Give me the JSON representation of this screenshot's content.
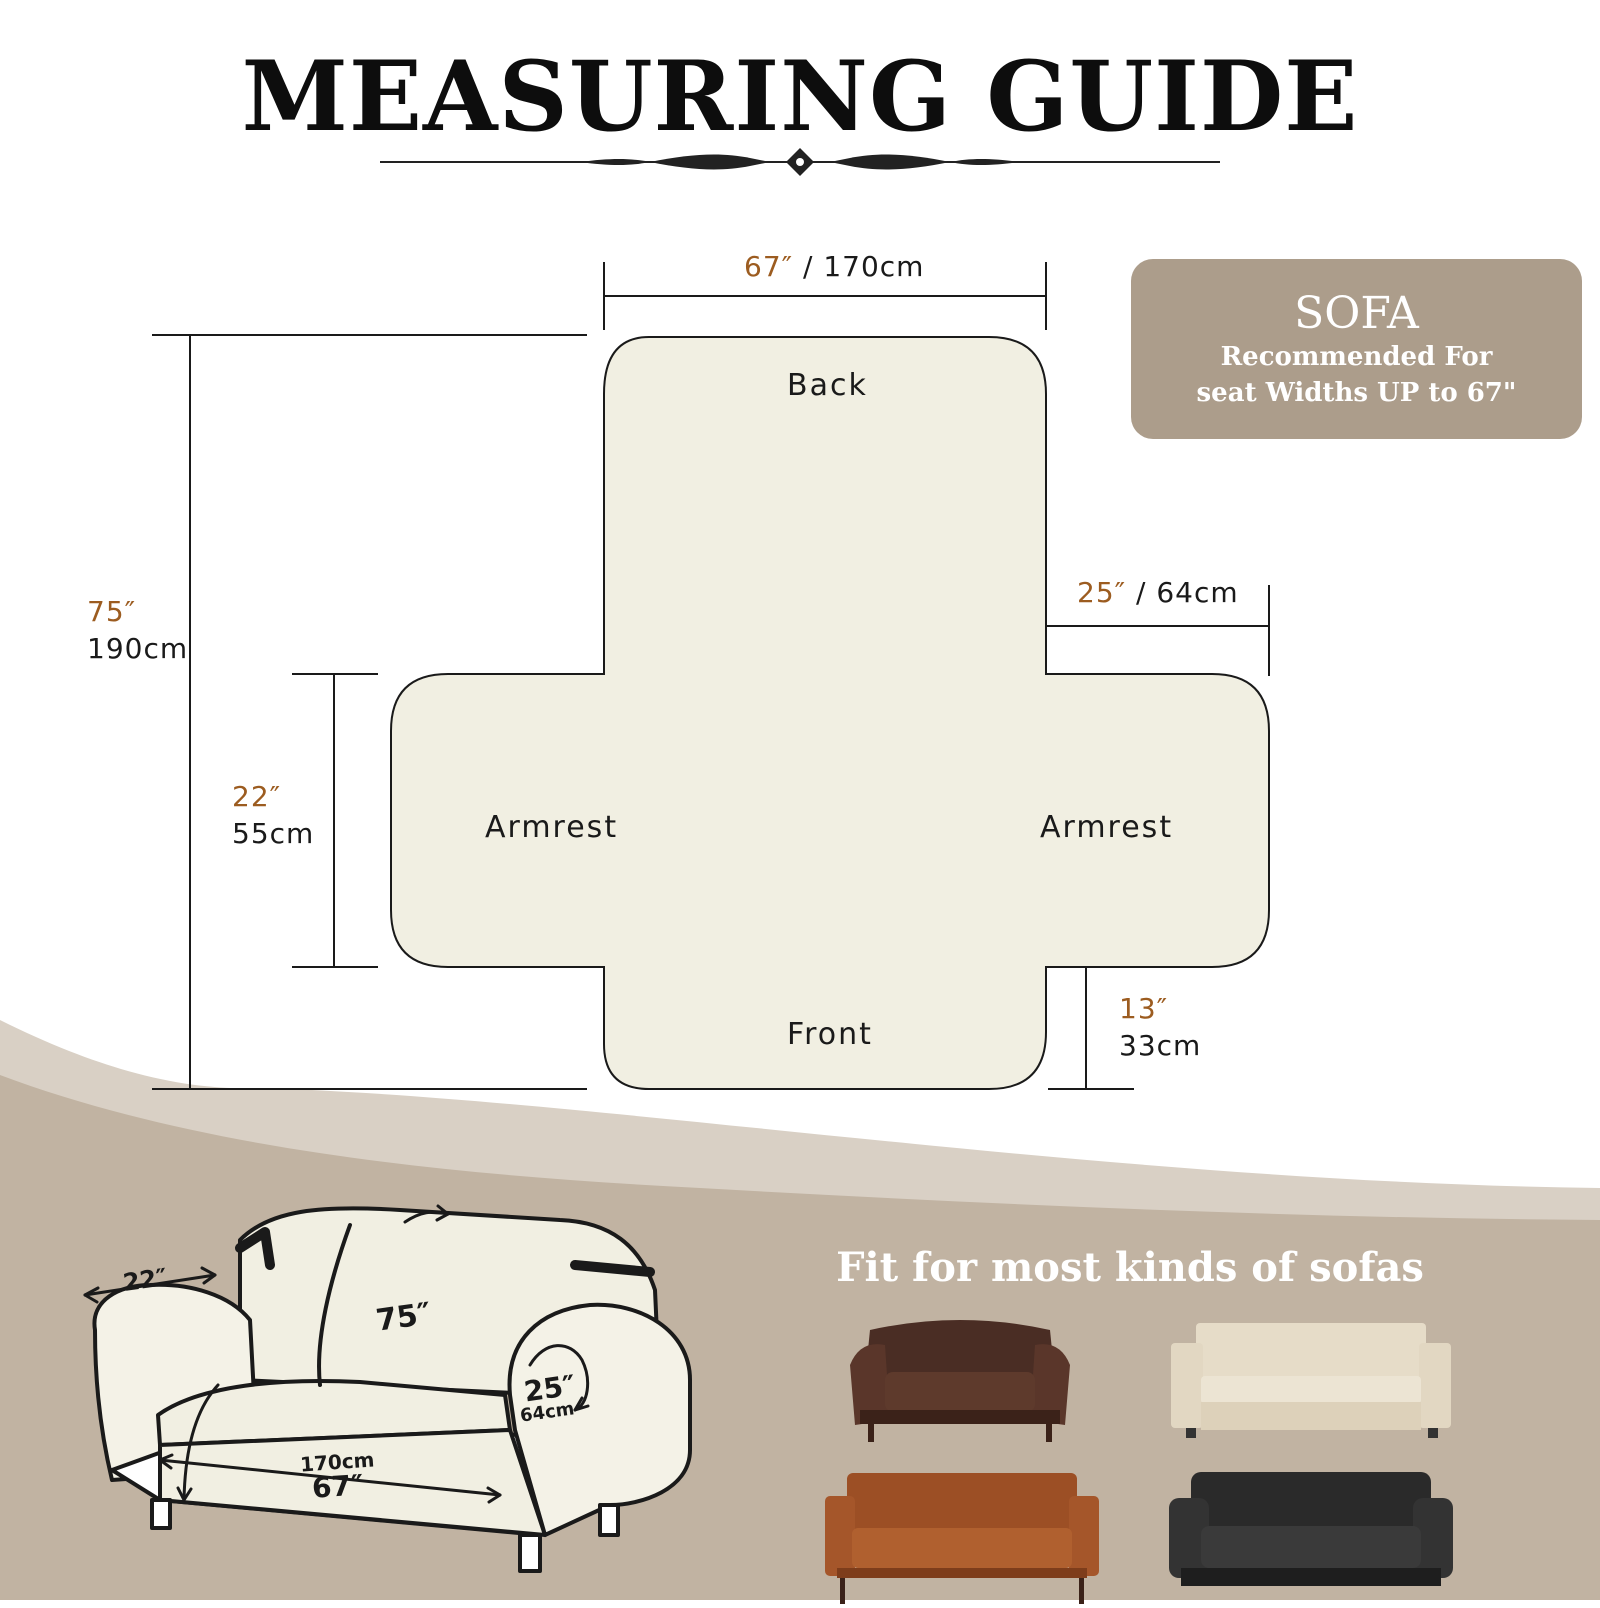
{
  "title": "MEASURING GUIDE",
  "badge": {
    "heading": "SOFA",
    "line1": "Recommended For",
    "line2": "seat Widths UP to 67\""
  },
  "diagram": {
    "zones": {
      "back": "Back",
      "front": "Front",
      "armrest_left": "Armrest",
      "armrest_right": "Armrest"
    },
    "dims": {
      "width": {
        "inch": "67″",
        "sep": " / ",
        "cm": "170cm"
      },
      "length": {
        "inch": "75″",
        "cm": "190cm"
      },
      "arm_depth": {
        "inch": "22″",
        "cm": "55cm"
      },
      "arm_width": {
        "inch": "25″",
        "sep": " / ",
        "cm": "64cm"
      },
      "tuck": {
        "inch": "13″",
        "cm": "33cm"
      }
    }
  },
  "sketch": {
    "arm_depth": "22″",
    "length": "75″",
    "arm_width_in": "25″",
    "arm_width_cm": "64cm",
    "seat_cm": "170cm",
    "seat_in": "67″"
  },
  "fit_text": "Fit for most kinds of sofas",
  "colors": {
    "panel": "#f1efe2",
    "badge": "#ac9d8b",
    "band": "#c1b3a2",
    "accent": "#9c5c20",
    "ink": "#1a1a1a"
  }
}
